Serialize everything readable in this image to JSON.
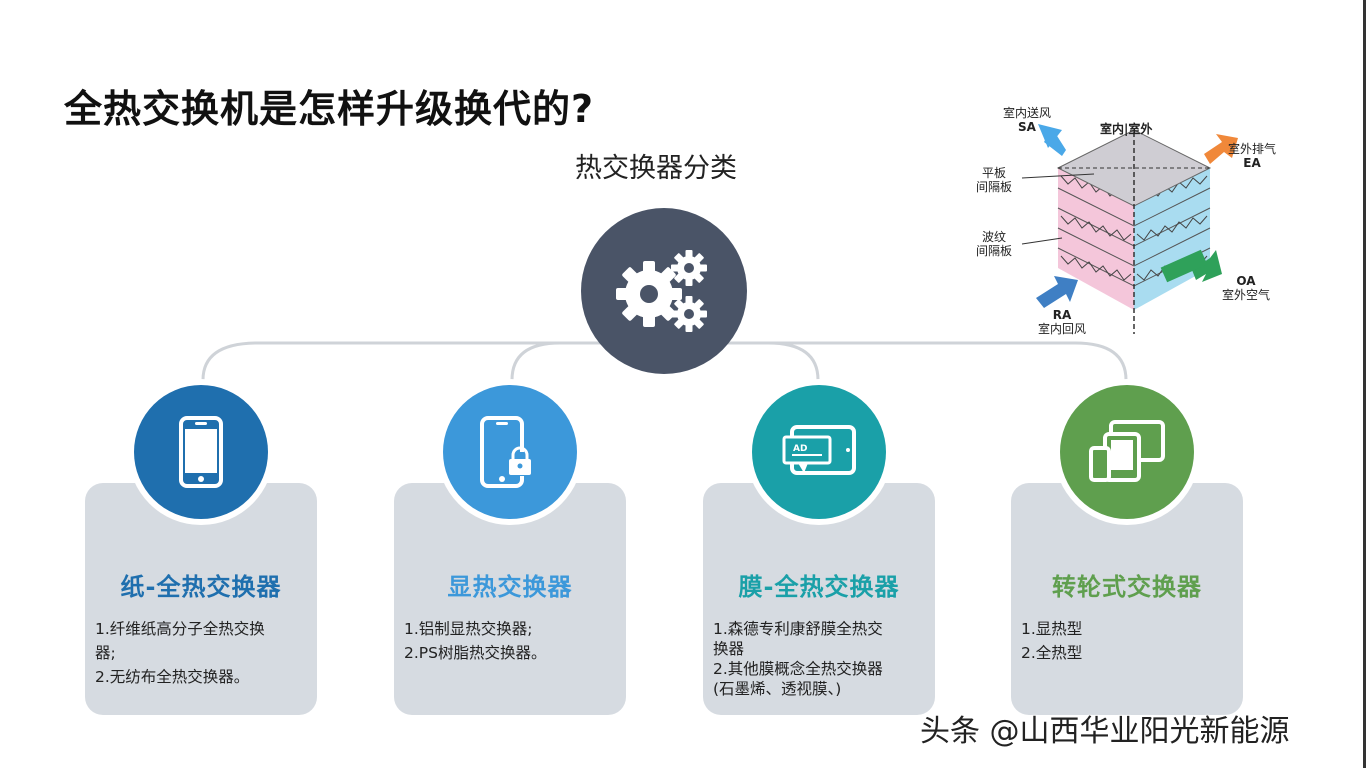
{
  "title": "全热交换机是怎样升级换代的?",
  "subtitle": "热交换器分类",
  "hub": {
    "icon": "gears-icon"
  },
  "cards": [
    {
      "title": "纸-全热交换器",
      "color": "#1f6fae",
      "icon": "smartphone-icon",
      "lines": [
        "1.纤维纸高分子全热交换",
        "器;",
        "2.无纺布全热交换器。"
      ]
    },
    {
      "title": "显热交换器",
      "color": "#3c98da",
      "icon": "phone-lock-icon",
      "lines": [
        "1.铝制显热交换器;",
        "2.PS树脂热交换器。"
      ]
    },
    {
      "title": "膜-全热交换器",
      "color": "#1aa0a8",
      "icon": "tablet-ad-icon",
      "lines": [
        "1.森德专利康舒膜全热交",
        "换器",
        "2.其他膜概念全热交换器",
        "(石墨烯、透视膜、)"
      ]
    },
    {
      "title": "转轮式交换器",
      "color": "#5f9f4e",
      "icon": "devices-icon",
      "lines": [
        "1.显热型",
        "2.全热型"
      ]
    }
  ],
  "diagram": {
    "sa_cn": "室内送风",
    "sa_en": "SA",
    "divider": "室内|室外",
    "ea_cn": "室外排气",
    "ea_en": "EA",
    "flat_plate": [
      "平板",
      "间隔板"
    ],
    "corrugated": [
      "波纹",
      "间隔板"
    ],
    "oa_en": "OA",
    "oa_cn": "室外空气",
    "ra_en": "RA",
    "ra_cn": "室内回风"
  },
  "watermark": "头条 @山西华业阳光新能源"
}
